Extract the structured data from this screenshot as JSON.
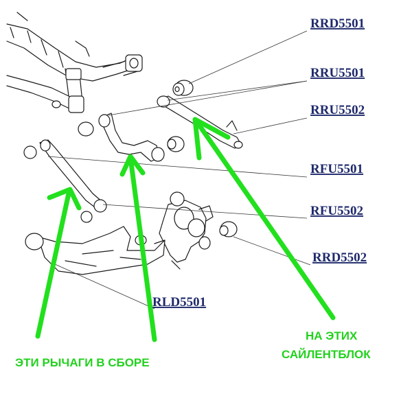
{
  "labels": {
    "rrd5501": "RRD5501",
    "rru5501": "RRU5501",
    "rru5502": "RRU5502",
    "rfu5501": "RFU5501",
    "rfu5502": "RFU5502",
    "rrd5502": "RRD5502",
    "rld5501": "RLD5501"
  },
  "notes": {
    "arms_line": "ЭТИ РЫЧАГИ В СБОРЕ",
    "bushings_line1": "НА ЭТИХ",
    "bushings_line2": "САЙЛЕНТБЛОК"
  },
  "colors": {
    "label_text": "#1f2a6b",
    "arrow_green": "#22e01e",
    "line": "#1a1a1a"
  }
}
